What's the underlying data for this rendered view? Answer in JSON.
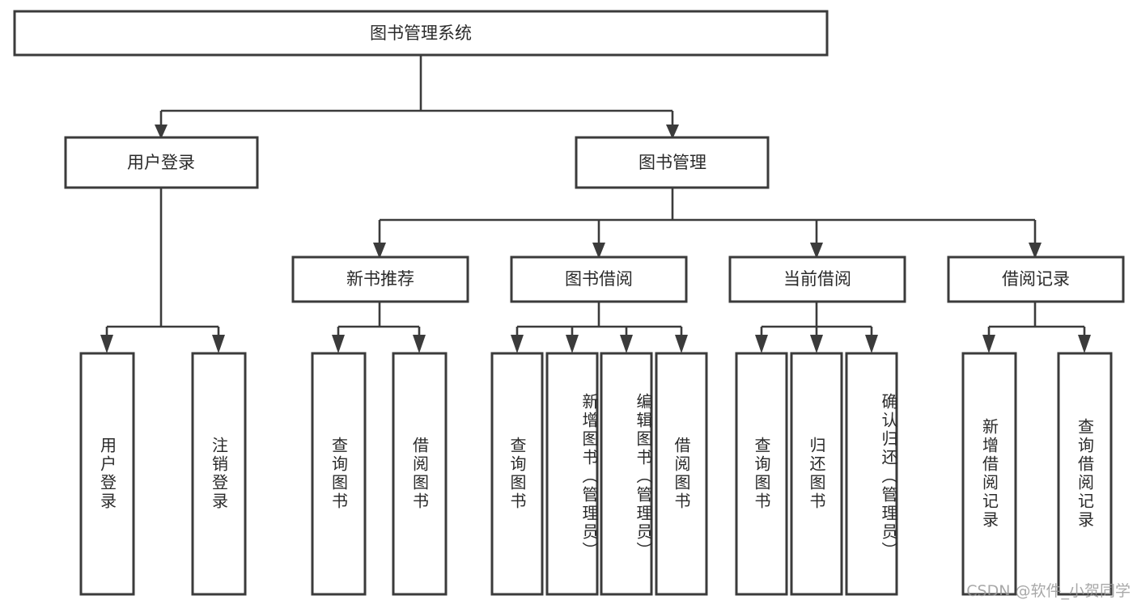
{
  "diagram": {
    "title": "图书管理系统",
    "type": "hierarchy-tree",
    "watermark": "CSDN @软件_小贺同学",
    "colors": {
      "box_stroke": "#3b3b3b",
      "box_fill": "#ffffff",
      "text": "#2a2a2a",
      "connector": "#3b3b3b",
      "watermark": "#9a9a9a",
      "background": "#ffffff"
    },
    "levels": {
      "root": {
        "label": "图书管理系统"
      },
      "level2": [
        {
          "label": "用户登录"
        },
        {
          "label": "图书管理"
        }
      ],
      "level3": [
        {
          "label": "新书推荐"
        },
        {
          "label": "图书借阅"
        },
        {
          "label": "当前借阅"
        },
        {
          "label": "借阅记录"
        }
      ],
      "leaves": {
        "user_login": [
          {
            "label": "用户登录"
          },
          {
            "label": "注销登录"
          }
        ],
        "new_book_recommend": [
          {
            "label": "查询图书"
          },
          {
            "label": "借阅图书"
          }
        ],
        "book_borrow": [
          {
            "label": "查询图书"
          },
          {
            "label": "新增图书（管理员）"
          },
          {
            "label": "编辑图书（管理员）"
          },
          {
            "label": "借阅图书"
          }
        ],
        "current_borrow": [
          {
            "label": "查询图书"
          },
          {
            "label": "归还图书"
          },
          {
            "label": "确认归还（管理员）"
          }
        ],
        "borrow_record": [
          {
            "label": "新增借阅记录"
          },
          {
            "label": "查询借阅记录"
          }
        ]
      }
    }
  }
}
